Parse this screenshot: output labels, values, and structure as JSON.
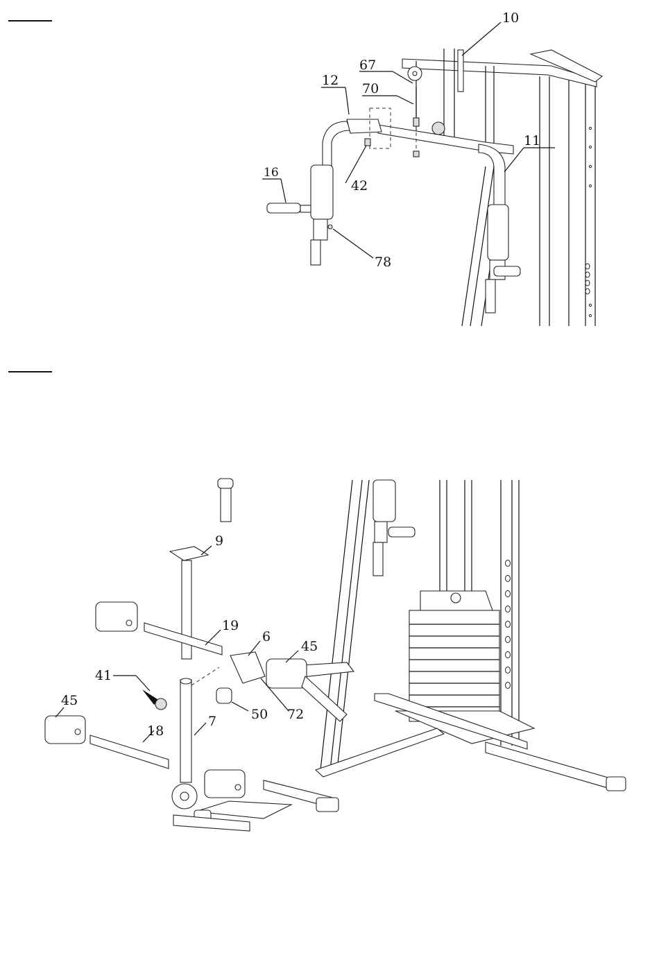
{
  "figure1": {
    "callouts": [
      {
        "id": "c10",
        "label": "10"
      },
      {
        "id": "c67",
        "label": "67"
      },
      {
        "id": "c12",
        "label": "12"
      },
      {
        "id": "c70",
        "label": "70"
      },
      {
        "id": "c11",
        "label": "11"
      },
      {
        "id": "c16",
        "label": "16"
      },
      {
        "id": "c42",
        "label": "42"
      },
      {
        "id": "c78",
        "label": "78"
      }
    ]
  },
  "figure2": {
    "callouts": [
      {
        "id": "c9",
        "label": "9"
      },
      {
        "id": "c19",
        "label": "19"
      },
      {
        "id": "c6",
        "label": "6"
      },
      {
        "id": "c45a",
        "label": "45"
      },
      {
        "id": "c41",
        "label": "41"
      },
      {
        "id": "c45b",
        "label": "45"
      },
      {
        "id": "c50",
        "label": "50"
      },
      {
        "id": "c72",
        "label": "72"
      },
      {
        "id": "c18",
        "label": "18"
      },
      {
        "id": "c7",
        "label": "7"
      }
    ]
  }
}
